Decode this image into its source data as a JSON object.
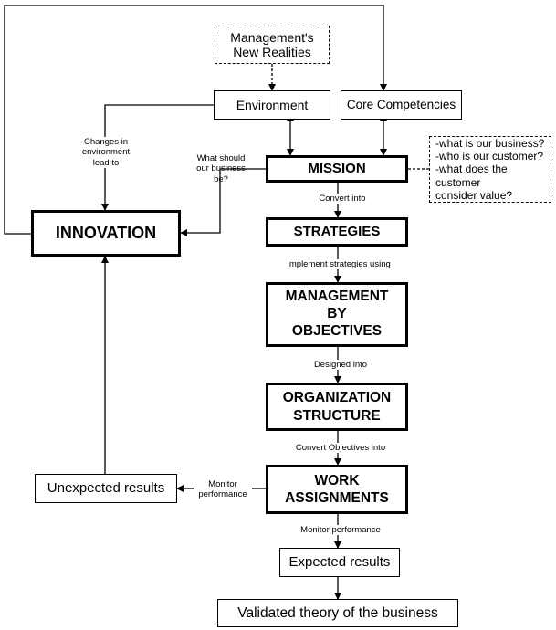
{
  "boxes": {
    "management_realities": "Management's\nNew Realities",
    "environment": "Environment",
    "core_competencies": "Core Competencies",
    "mission": "MISSION",
    "questions": "-what is our business?\n-who is our customer?\n-what does the customer\nconsider value?",
    "innovation": "INNOVATION",
    "strategies": "STRATEGIES",
    "mbo": "MANAGEMENT\nBY\nOBJECTIVES",
    "organization": "ORGANIZATION\nSTRUCTURE",
    "work": "WORK\nASSIGNMENTS",
    "unexpected": "Unexpected results",
    "expected": "Expected results",
    "validated": "Validated theory of the business"
  },
  "labels": {
    "changes": "Changes in\nenvironment\nlead to",
    "what_should": "What should\nour business\nbe?",
    "convert": "Convert into",
    "implement": "Implement strategies using",
    "designed": "Designed  into",
    "convert_objectives": "Convert Objectives into",
    "monitor_left": "Monitor\nperformance",
    "monitor_down": "Monitor performance"
  }
}
